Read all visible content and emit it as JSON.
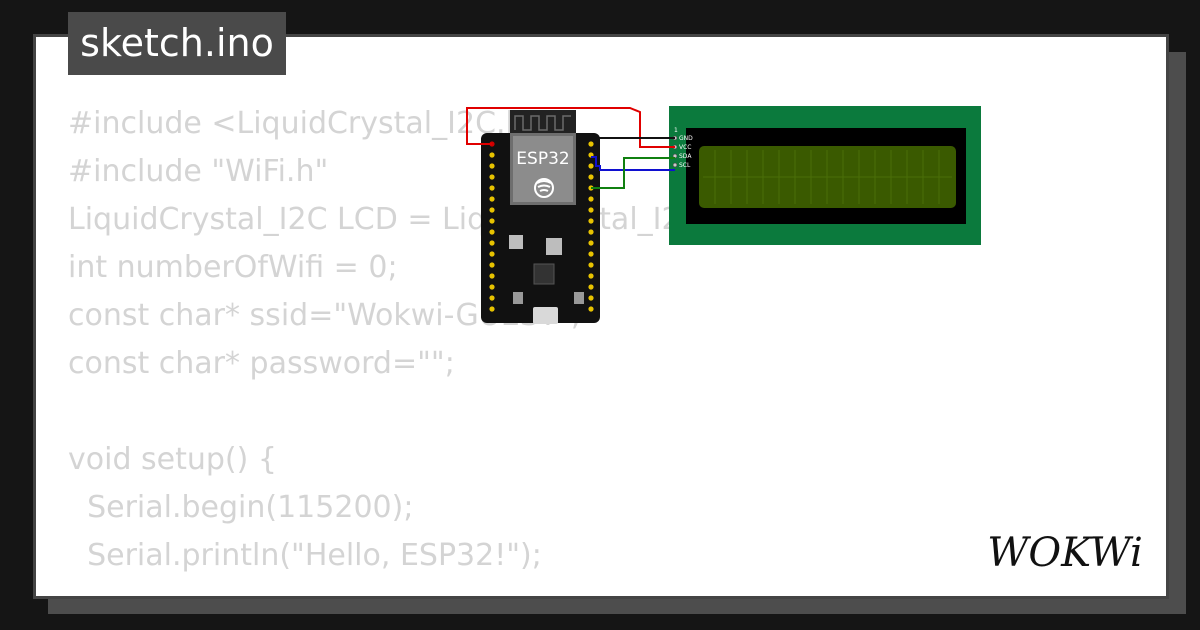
{
  "file_tab": {
    "filename": "sketch.ino"
  },
  "code_lines": [
    "#include <LiquidCrystal_I2C.h>",
    "#include \"WiFi.h\"",
    "LiquidCrystal_I2C LCD = LiquidCrystal_I2C(0x27, 16, 2);",
    "int numberOfWifi = 0;",
    "const char* ssid=\"Wokwi-GUEST\";",
    "const char* password=\"\";",
    "",
    "void setup() {",
    "  Serial.begin(115200);",
    "  Serial.println(\"Hello, ESP32!\");"
  ],
  "esp32": {
    "label": "ESP32"
  },
  "lcd": {
    "pin_header": "1",
    "pins": [
      "GND",
      "VCC",
      "SDA",
      "SCL"
    ]
  },
  "colors": {
    "background": "#151515",
    "card": "#ffffff",
    "code_text": "#d4d4d4",
    "wire_vcc": "#e00000",
    "wire_gnd": "#111111",
    "wire_sda": "#1010d0",
    "wire_scl": "#108010",
    "lcd_board": "#0b7a3d",
    "lcd_screen": "#3a5a00"
  },
  "brand": {
    "logo_text": "WOKWi"
  }
}
